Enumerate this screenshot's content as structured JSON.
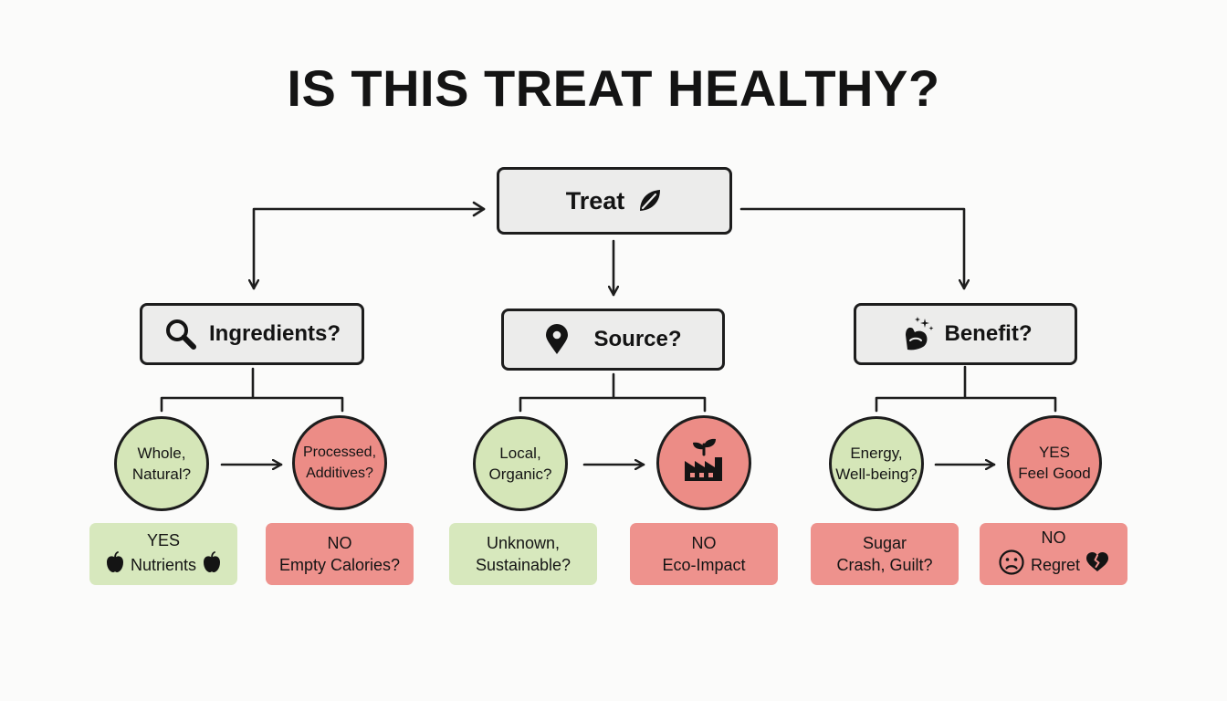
{
  "title": "IS THIS TREAT HEALTHY?",
  "root": {
    "label": "Treat",
    "icon": "leaf-icon"
  },
  "branches": [
    {
      "key": "ingredients",
      "label": "Ingredients?",
      "icon": "magnifier-icon",
      "good_circle": "Whole,\nNatural?",
      "bad_circle": "Processed,\nAdditives?",
      "good_card": {
        "line1": "YES",
        "line2": "Nutrients",
        "icons": [
          "apple-icon",
          "apple-icon"
        ]
      },
      "bad_card": {
        "line1": "NO",
        "line2": "Empty Calories?"
      }
    },
    {
      "key": "source",
      "label": "Source?",
      "icon": "location-pin-icon",
      "good_circle": "Local,\nOrganic?",
      "bad_circle_icon": "factory-sprout-icon",
      "good_card": {
        "line1": "Unknown,",
        "line2": "Sustainable?"
      },
      "bad_card": {
        "line1": "NO",
        "line2": "Eco-Impact"
      }
    },
    {
      "key": "benefit",
      "label": "Benefit?",
      "icon": "flexed-arm-icon",
      "good_circle": "Energy,\nWell-being?",
      "bad_circle": "YES\nFeel Good",
      "good_card": {
        "line1": "Sugar",
        "line2": "Crash, Guilt?"
      },
      "bad_card": {
        "line1": "NO",
        "line2": "Regret",
        "icons": [
          "sad-face-icon",
          "broken-heart-icon"
        ]
      }
    }
  ],
  "colors": {
    "green": "#d5e6b8",
    "red": "#ec8c86",
    "node_fill": "#ececeb",
    "line": "#1d1d1d"
  }
}
